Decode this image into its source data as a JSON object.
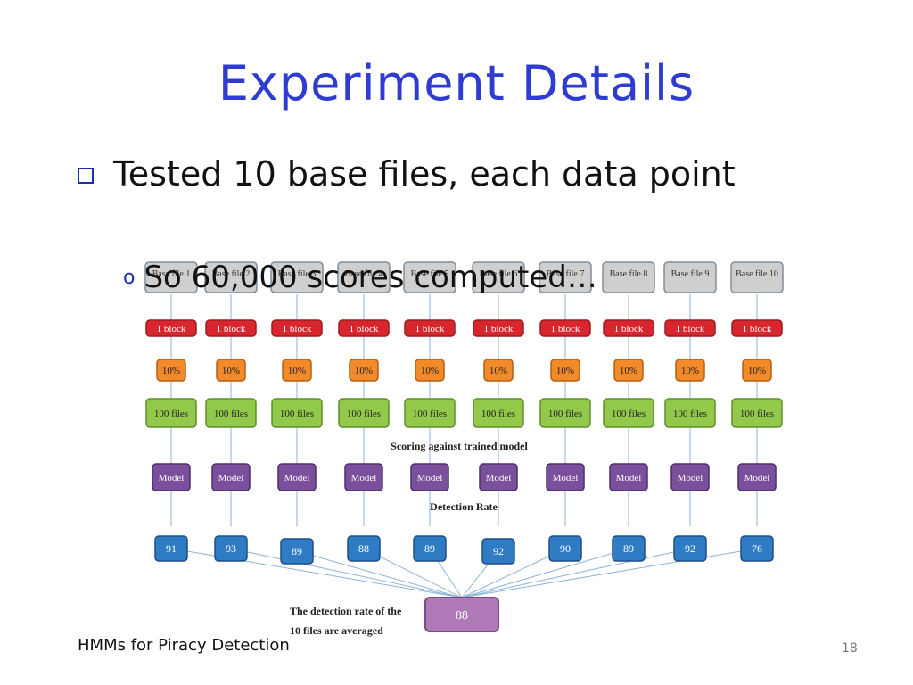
{
  "slide": {
    "title": "Experiment Details",
    "bullet": "Tested 10 base files, each data point",
    "sub_bullet_marker": "o",
    "sub_bullet": "So 60,000 scores computed…",
    "footer_left": "HMMs for Piracy Detection",
    "page_number": "18"
  },
  "diagram": {
    "base_files": [
      "Base file 1",
      "Base file 2",
      "Base file 3",
      "Base file 4",
      "Base file 5",
      "Base file 6",
      "Base file 7",
      "Base file 8",
      "Base file 9",
      "Base file 10"
    ],
    "block_label": "1 block",
    "percent_label": "10%",
    "files_label": "100 files",
    "model_label": "Model",
    "scoring_caption": "Scoring against trained model",
    "detection_caption": "Detection Rate",
    "detection_rates": [
      "91",
      "93",
      "89",
      "88",
      "89",
      "92",
      "90",
      "89",
      "92",
      "76"
    ],
    "average_value": "88",
    "average_caption": [
      "The detection rate of the",
      "10 files are averaged"
    ],
    "colors": {
      "base": "#cfcfcf",
      "block": "#d8262e",
      "percent": "#f28a2a",
      "files": "#93c94a",
      "model": "#7a4f9c",
      "rate": "#2f7cc4",
      "average": "#b07ab8",
      "title": "#2e3ccf"
    }
  }
}
